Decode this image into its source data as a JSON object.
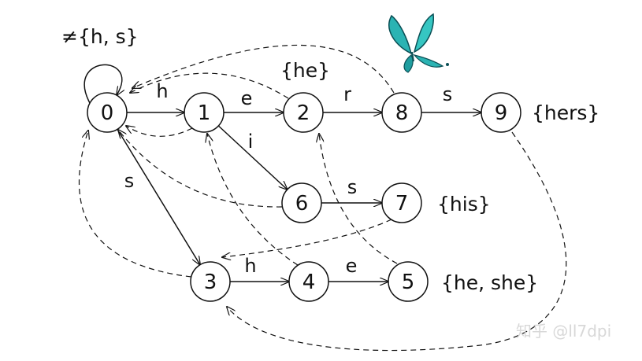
{
  "diagram": {
    "self_loop_label": "≠{h, s}",
    "nodes": [
      {
        "id": "0",
        "label": "0"
      },
      {
        "id": "1",
        "label": "1"
      },
      {
        "id": "2",
        "label": "2"
      },
      {
        "id": "8",
        "label": "8"
      },
      {
        "id": "9",
        "label": "9"
      },
      {
        "id": "6",
        "label": "6"
      },
      {
        "id": "7",
        "label": "7"
      },
      {
        "id": "3",
        "label": "3"
      },
      {
        "id": "4",
        "label": "4"
      },
      {
        "id": "5",
        "label": "5"
      }
    ],
    "goto_edges": [
      {
        "from": "0",
        "to": "1",
        "label": "h"
      },
      {
        "from": "1",
        "to": "2",
        "label": "e"
      },
      {
        "from": "2",
        "to": "8",
        "label": "r"
      },
      {
        "from": "8",
        "to": "9",
        "label": "s"
      },
      {
        "from": "1",
        "to": "6",
        "label": "i"
      },
      {
        "from": "6",
        "to": "7",
        "label": "s"
      },
      {
        "from": "0",
        "to": "3",
        "label": "s"
      },
      {
        "from": "3",
        "to": "4",
        "label": "h"
      },
      {
        "from": "4",
        "to": "5",
        "label": "e"
      }
    ],
    "fail_edges": [
      {
        "from": "1",
        "to": "0"
      },
      {
        "from": "2",
        "to": "0"
      },
      {
        "from": "8",
        "to": "0"
      },
      {
        "from": "6",
        "to": "0"
      },
      {
        "from": "3",
        "to": "0"
      },
      {
        "from": "4",
        "to": "1"
      },
      {
        "from": "5",
        "to": "2"
      },
      {
        "from": "7",
        "to": "3"
      },
      {
        "from": "9",
        "to": "3"
      }
    ],
    "outputs": [
      {
        "node": "2",
        "label": "{he}"
      },
      {
        "node": "9",
        "label": "{hers}"
      },
      {
        "node": "7",
        "label": "{his}"
      },
      {
        "node": "5",
        "label": "{he, she}"
      }
    ]
  },
  "watermark": {
    "text": "知乎 @ll7dpi"
  },
  "colors": {
    "ink": "#111111",
    "butterfly": "#2bb3b3",
    "butterfly_dark": "#0b4f55"
  }
}
